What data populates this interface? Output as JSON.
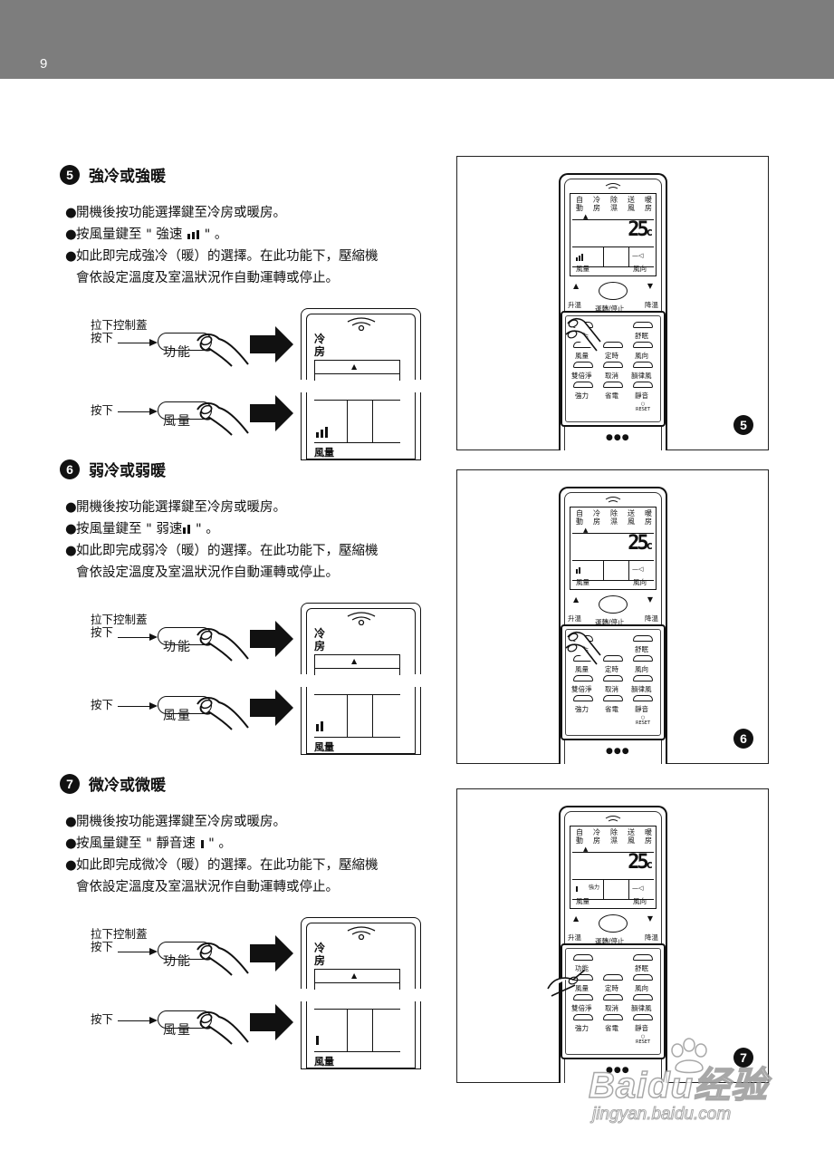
{
  "page": {
    "number": "9"
  },
  "sections": [
    {
      "num": "5",
      "title": "強冷或強暖",
      "line1": "開機後按功能選擇鍵至冷房或暖房。",
      "line2_pre": "按風量鍵至 \" 強速 ",
      "line2_post": " \" 。",
      "line3a": "如此即完成強冷（暖）的選擇。在此功能下，壓縮機",
      "line3b": "會依設定溫度及室溫狀況作自動運轉或停止。",
      "fan_level": 3
    },
    {
      "num": "6",
      "title": "弱冷或弱暖",
      "line1": "開機後按功能選擇鍵至冷房或暖房。",
      "line2_pre": "按風量鍵至 \" 弱速",
      "line2_post": " \" 。",
      "line3a": "如此即完成弱冷（暖）的選擇。在此功能下，壓縮機",
      "line3b": "會依設定溫度及室溫狀況作自動運轉或停止。",
      "fan_level": 2
    },
    {
      "num": "7",
      "title": "微冷或微暖",
      "line1": "開機後按功能選擇鍵至冷房或暖房。",
      "line2_pre": "按風量鍵至 \" 靜音速 ",
      "line2_post": " \" 。",
      "line3a": "如此即完成微冷（暖）的選擇。在此功能下，壓縮機",
      "line3b": "會依設定溫度及室溫狀況作自動運轉或停止。",
      "fan_level": 1
    }
  ],
  "steps": {
    "pull_label": "拉下控制蓋",
    "press_label": "按下",
    "function_key": "功能",
    "fan_key": "風量",
    "lcd_mode_1": "冷",
    "lcd_mode_2": "房",
    "lcd_fan": "風量"
  },
  "remote": {
    "modes": [
      "自動",
      "冷房",
      "除濕",
      "送風",
      "暖房"
    ],
    "temp": "25",
    "unit": "c",
    "fan": "風量",
    "direction": "風向",
    "strong": "強力",
    "up": "升溫",
    "down": "降溫",
    "power": "運轉/停止",
    "btn_function": "功能",
    "btn_comfort": "舒眠",
    "btn_fan": "風量",
    "btn_timer": "定時",
    "btn_swing": "風向",
    "btn_double": "雙倍淨",
    "btn_cancel": "取消",
    "btn_rhythm": "韻律風",
    "btn_strong": "強力",
    "btn_eco": "省電",
    "btn_quiet": "靜音",
    "reset": "RESET"
  },
  "watermark": {
    "brand": "Baidu经验",
    "url": "jingyan.baidu.com"
  }
}
